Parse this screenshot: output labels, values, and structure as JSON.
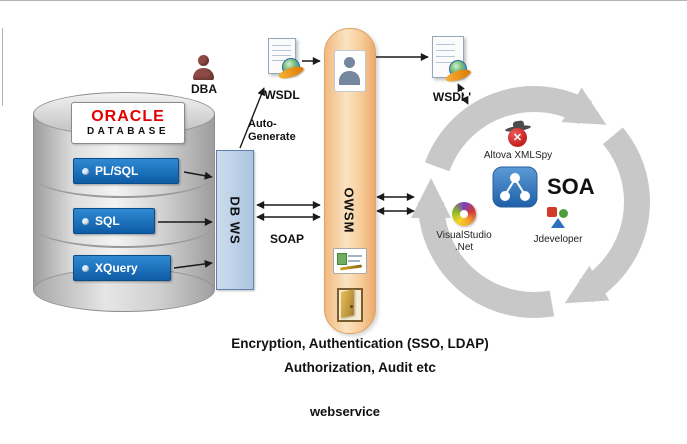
{
  "colors": {
    "layer_blue_top": "#2f8ad2",
    "layer_blue_bottom": "#0e5ca6",
    "oracle_red": "#e30000",
    "dbws_fill": "#b9cde4",
    "owsm_light": "#fbe3c2",
    "owsm_dark": "#eaaa6c",
    "cycle_gray": "#c8c8c8"
  },
  "actors": {
    "dba_label": "DBA"
  },
  "database": {
    "logo_line1": "ORACLE",
    "logo_line2": "DATABASE",
    "layers": [
      {
        "label": "PL/SQL"
      },
      {
        "label": "SQL"
      },
      {
        "label": "XQuery"
      }
    ]
  },
  "gateway": {
    "dbws_label": "DB WS",
    "soap_label": "SOAP"
  },
  "wsdl": {
    "label": "WSDL",
    "auto_generate_line1": "Auto-",
    "auto_generate_line2": "Generate",
    "prime_label": "WSDL'"
  },
  "owsm": {
    "label": "OWSM"
  },
  "soa": {
    "title": "SOA",
    "altova_label": "Altova XMLSpy",
    "visualstudio_line1": "VisualStudio",
    "visualstudio_line2": ".Net",
    "jdeveloper_label": "Jdeveloper"
  },
  "footer": {
    "security_line1": "Encryption, Authentication (SSO, LDAP)",
    "security_line2": "Authorization, Audit etc",
    "caption": "webservice"
  },
  "icons": {
    "dba": "dba-person-icon",
    "wsdl_doc": "wsdl-document-icon",
    "wsdl_prime_doc": "wsdl-prime-document-icon",
    "owsm_user": "user-icon",
    "owsm_idcard": "id-card-icon",
    "owsm_door": "door-icon",
    "soa_network": "soa-network-icon",
    "altova": "altova-xmlspy-icon",
    "visualstudio": "visualstudio-net-icon",
    "jdeveloper": "jdeveloper-icon"
  }
}
